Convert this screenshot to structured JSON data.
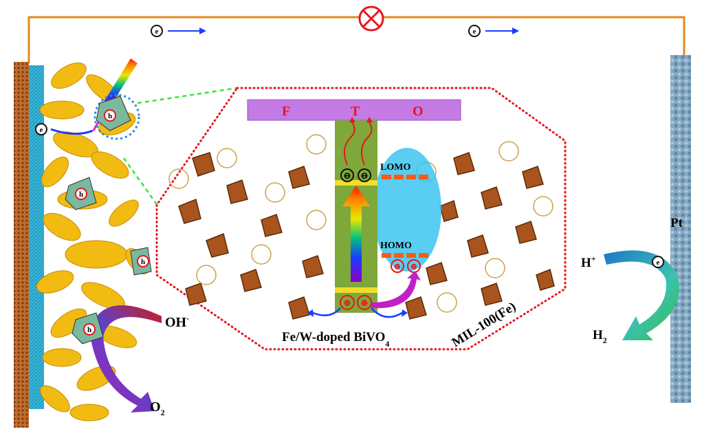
{
  "circuit": {
    "electron_symbol": "e",
    "load_symbol": "⊗"
  },
  "fto": {
    "letters": [
      "F",
      "T",
      "O"
    ]
  },
  "band_labels": {
    "lomo": "LOMO",
    "homo": "HOMO"
  },
  "carriers": {
    "electron": "⊖",
    "hole": "⊕",
    "hole_letter": "h"
  },
  "labels": {
    "bivo4_main": "Fe/W-doped BiVO",
    "bivo4_sub": "4",
    "mof": "MIL-100(Fe)",
    "oh": "OH",
    "oh_sup": "-",
    "o2": "O",
    "o2_sub": "2",
    "h_plus": "H",
    "h_plus_sup": "+",
    "h2": "H",
    "h2_sub": "2",
    "pt": "Pt"
  },
  "colors": {
    "wire": "#e08a1e",
    "fto": "#c47be6",
    "bivo4_band": "#7ea83a",
    "bivo4_edge": "#f2dd2a",
    "homo_lomo_dash": "#ff5a14",
    "mof_blob": "#3cc4f0",
    "dotted_outline": "#e8151b",
    "electrode_left": "#b8642a",
    "electrode_cyan": "#2db4d8",
    "electrode_right": "#6e98b8",
    "particles": "#f2bb12"
  }
}
